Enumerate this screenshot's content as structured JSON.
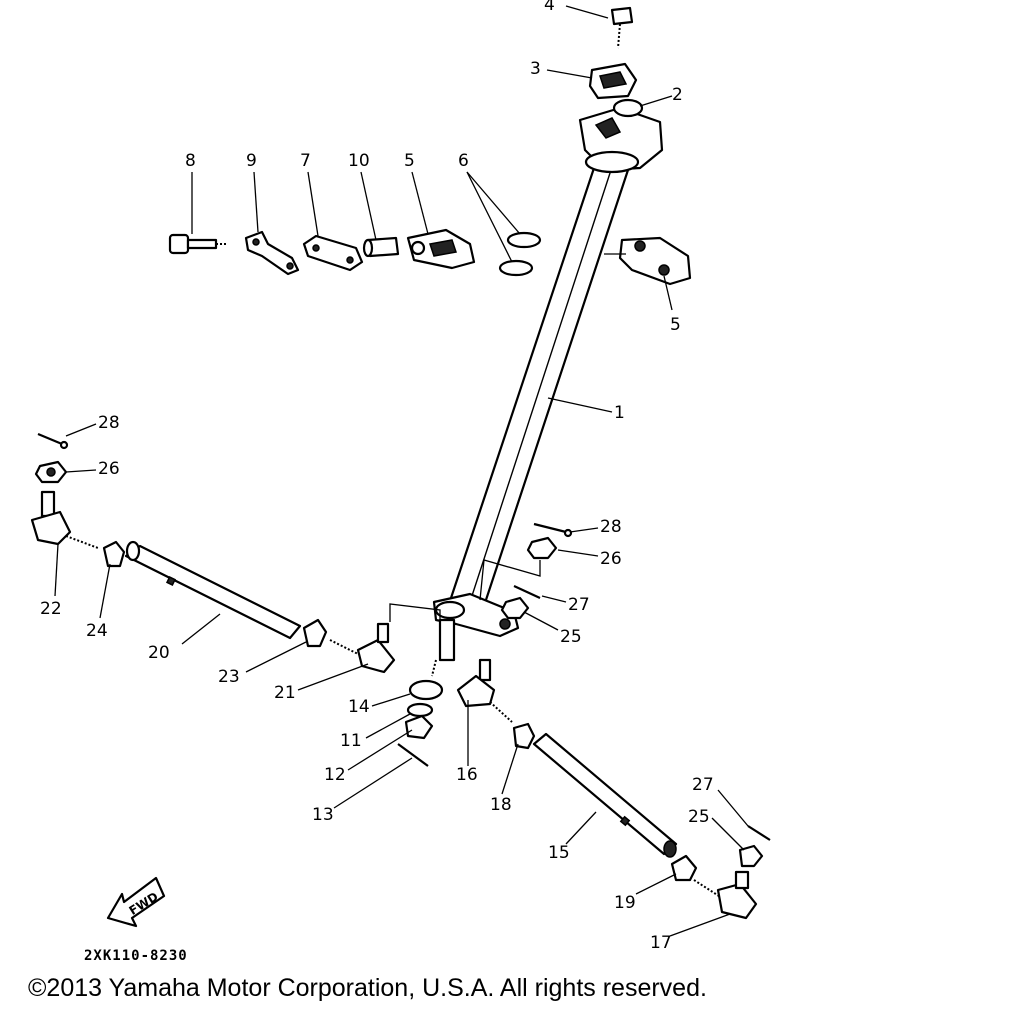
{
  "diagram": {
    "drawing_code": "2XK110-8230",
    "fwd_label": "FWD",
    "copyright": "©2013 Yamaha Motor Corporation, U.S.A. All rights reserved."
  },
  "callouts": {
    "c1": "1",
    "c2": "2",
    "c3": "3",
    "c4": "4",
    "c5a": "5",
    "c5b": "5",
    "c6": "6",
    "c7": "7",
    "c8": "8",
    "c9": "9",
    "c10": "10",
    "c11": "11",
    "c12": "12",
    "c13": "13",
    "c14": "14",
    "c15": "15",
    "c16": "16",
    "c17": "17",
    "c18": "18",
    "c19": "19",
    "c20": "20",
    "c21": "21",
    "c22": "22",
    "c23": "23",
    "c24": "24",
    "c25a": "25",
    "c25b": "25",
    "c26a": "26",
    "c26b": "26",
    "c27a": "27",
    "c27b": "27",
    "c28a": "28",
    "c28b": "28"
  }
}
